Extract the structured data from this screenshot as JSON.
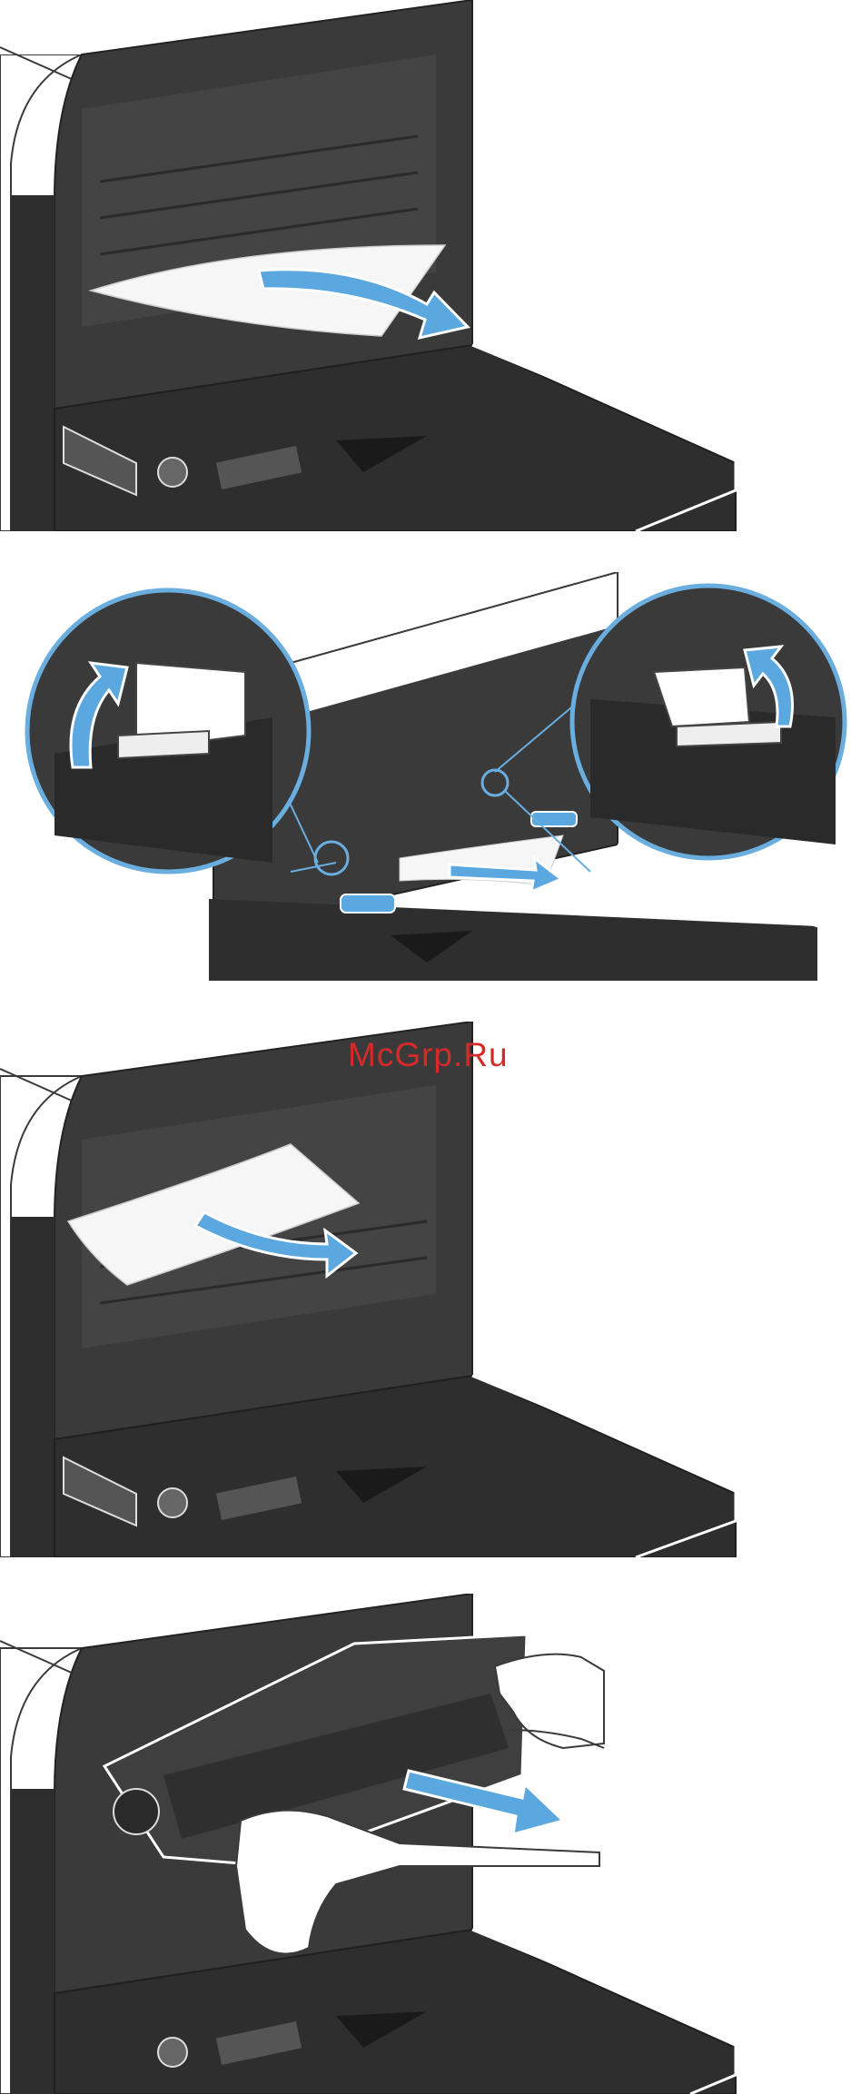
{
  "page": {
    "background": "#ffffff"
  },
  "watermark": {
    "text": "McGrp.Ru",
    "color": "#d42a2a"
  },
  "colors": {
    "printer_dark": "#3a3a3a",
    "printer_mid": "#4a4a4a",
    "printer_shadow": "#2a2a2a",
    "paper": "#f6f6f6",
    "arrow_blue": "#5ba7e0",
    "callout_outline": "#6aaee0",
    "skin": "#ffffff"
  },
  "steps": [
    {
      "name": "remove-jammed-paper-top",
      "icon": "arrow-right-icon"
    },
    {
      "name": "lift-fuser-levers",
      "icon": "arrow-up-curved-icon"
    },
    {
      "name": "remove-jammed-paper-fuser",
      "icon": "arrow-right-icon"
    },
    {
      "name": "remove-fuser-unit",
      "icon": "arrow-right-icon"
    }
  ]
}
